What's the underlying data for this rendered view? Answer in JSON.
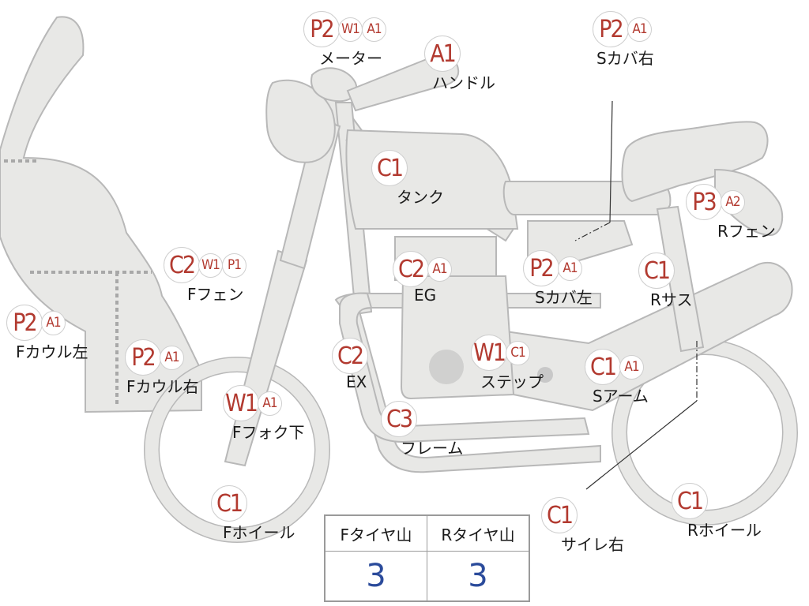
{
  "colors": {
    "frame_fill": "#e8e8e6",
    "frame_stroke": "#b8b8b8",
    "grade_letter": "#b23a30",
    "table_value": "#2b4b9b"
  },
  "callouts": [
    {
      "id": "meter",
      "label": "メーター",
      "grades": [
        "P2",
        "W1",
        "A1"
      ]
    },
    {
      "id": "handle",
      "label": "ハンドル",
      "grades": [
        "A1"
      ]
    },
    {
      "id": "side-cover-right",
      "label": "Sカバ右",
      "grades": [
        "P2",
        "A1"
      ]
    },
    {
      "id": "tank",
      "label": "タンク",
      "grades": [
        "C1"
      ]
    },
    {
      "id": "rear-fender",
      "label": "Rフェン",
      "grades": [
        "P3",
        "A2"
      ]
    },
    {
      "id": "front-fender",
      "label": "Fフェン",
      "grades": [
        "C2",
        "W1",
        "P1"
      ]
    },
    {
      "id": "engine",
      "label": "EG",
      "grades": [
        "C2",
        "A1"
      ]
    },
    {
      "id": "side-cover-left",
      "label": "Sカバ左",
      "grades": [
        "P2",
        "A1"
      ]
    },
    {
      "id": "rear-suspension",
      "label": "Rサス",
      "grades": [
        "C1"
      ]
    },
    {
      "id": "front-cowl-left",
      "label": "Fカウル左",
      "grades": [
        "P2",
        "A1"
      ]
    },
    {
      "id": "front-cowl-right",
      "label": "Fカウル右",
      "grades": [
        "P2",
        "A1"
      ]
    },
    {
      "id": "exhaust",
      "label": "EX",
      "grades": [
        "C2"
      ]
    },
    {
      "id": "step",
      "label": "ステップ",
      "grades": [
        "W1",
        "C1"
      ]
    },
    {
      "id": "swing-arm",
      "label": "Sアーム",
      "grades": [
        "C1",
        "A1"
      ]
    },
    {
      "id": "front-fork-lower",
      "label": "Fフォク下",
      "grades": [
        "W1",
        "A1"
      ]
    },
    {
      "id": "frame",
      "label": "フレーム",
      "grades": [
        "C3"
      ]
    },
    {
      "id": "front-wheel",
      "label": "Fホイール",
      "grades": [
        "C1"
      ]
    },
    {
      "id": "silencer-right",
      "label": "サイレ右",
      "grades": [
        "C1"
      ]
    },
    {
      "id": "rear-wheel",
      "label": "Rホイール",
      "grades": [
        "C1"
      ]
    }
  ],
  "tire_table": {
    "headers": [
      "Fタイヤ山",
      "Rタイヤ山"
    ],
    "values": [
      "3",
      "3"
    ]
  }
}
